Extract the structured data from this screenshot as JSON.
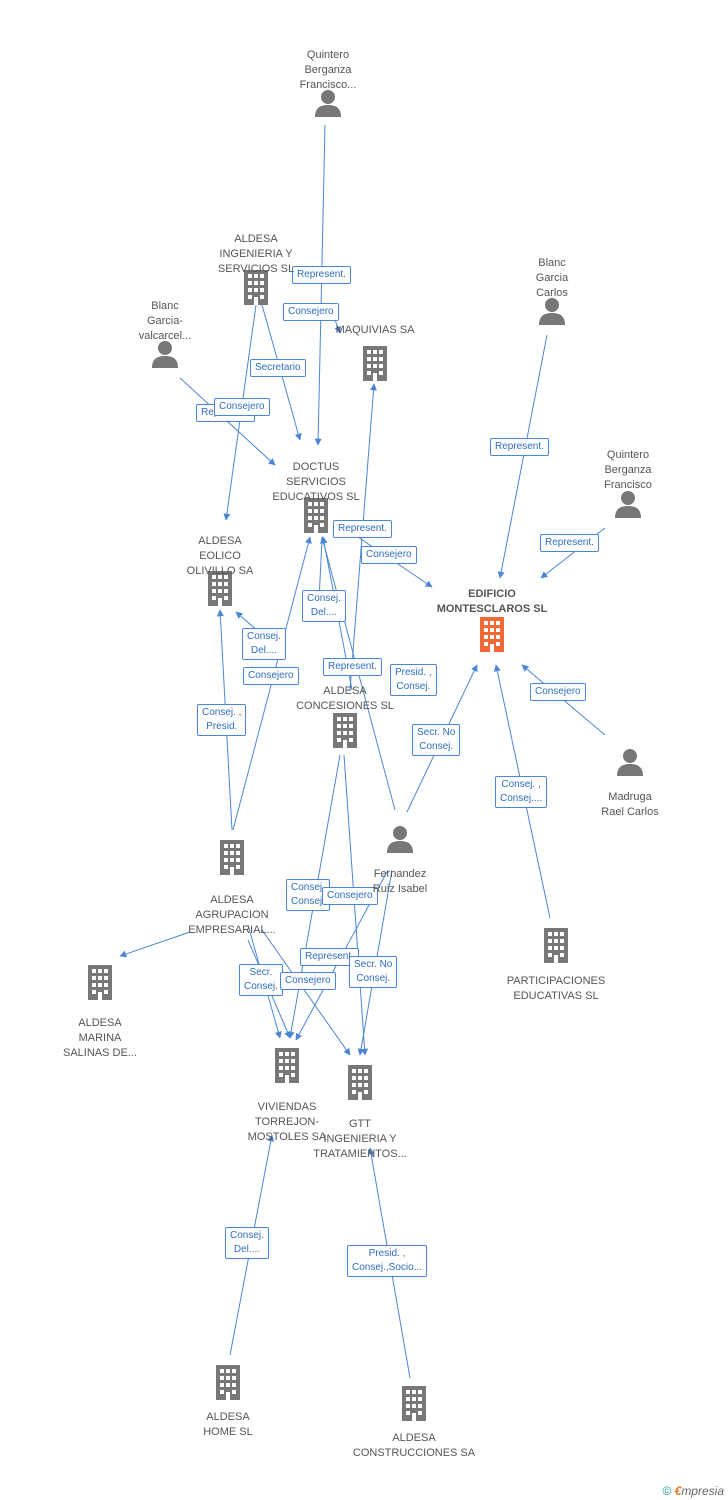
{
  "colors": {
    "edge": "#4a86d8",
    "node": "#777777",
    "focus": "#f06a35",
    "label": "#555555"
  },
  "nodes": [
    {
      "id": "quintero1",
      "type": "person",
      "label": "Quintero\nBerganza\nFrancisco..."
    },
    {
      "id": "aldesa_ing",
      "type": "company",
      "label": "ALDESA\nINGENIERIA Y\nSERVICIOS SL"
    },
    {
      "id": "blanc_gc",
      "type": "person",
      "label": "Blanc\nGarcia\nCarlos"
    },
    {
      "id": "blanc_gv",
      "type": "person",
      "label": "Blanc\nGarcia-\nvalcarcel..."
    },
    {
      "id": "maquivias",
      "type": "company",
      "label": "MAQUIVIAS SA"
    },
    {
      "id": "doctus",
      "type": "company",
      "label": "DOCTUS\nSERVICIOS\nEDUCATIVOS SL"
    },
    {
      "id": "quintero2",
      "type": "person",
      "label": "Quintero\nBerganza\nFrancisco"
    },
    {
      "id": "aldesa_eolico",
      "type": "company",
      "label": "ALDESA\nEOLICO\nOLIVILLO SA"
    },
    {
      "id": "edificio",
      "type": "focus",
      "label": "EDIFICIO\nMONTESCLAROS SL"
    },
    {
      "id": "aldesa_conc",
      "type": "company",
      "label": "ALDESA\nCONCESIONES SL"
    },
    {
      "id": "madruga",
      "type": "person",
      "label": "Madruga\nRael Carlos"
    },
    {
      "id": "fernandez",
      "type": "person",
      "label": "Fernandez\nRuiz Isabel"
    },
    {
      "id": "aldesa_agr",
      "type": "company",
      "label": "ALDESA\nAGRUPACION\nEMPRESARIAL..."
    },
    {
      "id": "participaciones",
      "type": "company",
      "label": "PARTICIPACIONES\nEDUCATIVAS SL"
    },
    {
      "id": "aldesa_marina",
      "type": "company",
      "label": "ALDESA\nMARINA\nSALINAS DE..."
    },
    {
      "id": "viviendas",
      "type": "company",
      "label": "VIVIENDAS\nTORREJON-\nMOSTOLES SA"
    },
    {
      "id": "gtt",
      "type": "company",
      "label": "GTT\nINGENIERIA Y\nTRATAMIENTOS..."
    },
    {
      "id": "aldesa_home",
      "type": "company",
      "label": "ALDESA\nHOME SL"
    },
    {
      "id": "aldesa_constr",
      "type": "company",
      "label": "ALDESA\nCONSTRUCCIONES SA"
    }
  ],
  "edges": [
    {
      "label": "Represent."
    },
    {
      "label": "Consejero"
    },
    {
      "label": "Secretario"
    },
    {
      "label": "Represent."
    },
    {
      "label": "Consejero"
    },
    {
      "label": "Consejero"
    },
    {
      "label": "Represent."
    },
    {
      "label": "Represent."
    },
    {
      "label": "Consej.\nDel...."
    },
    {
      "label": "Consej.\nDel...."
    },
    {
      "label": "Consejero"
    },
    {
      "label": "Represent."
    },
    {
      "label": "Presid. ,\nConsej."
    },
    {
      "label": "Represent."
    },
    {
      "label": "Consej. ,\nPresid."
    },
    {
      "label": "Secr. No\nConsej."
    },
    {
      "label": "Consej. ,\nConsej...."
    },
    {
      "label": "Consejero"
    },
    {
      "label": "Consej.\nConsej."
    },
    {
      "label": "Consejero"
    },
    {
      "label": "Secr.\nConsej."
    },
    {
      "label": "Represent."
    },
    {
      "label": "Consejero"
    },
    {
      "label": "Secr. No\nConsej."
    },
    {
      "label": "Consej.\nDel...."
    },
    {
      "label": "Presid. ,\nConsej.,Socio..."
    }
  ],
  "footer": {
    "copyright": "©",
    "brand_e": "€",
    "brand_rest": "mpresia"
  }
}
